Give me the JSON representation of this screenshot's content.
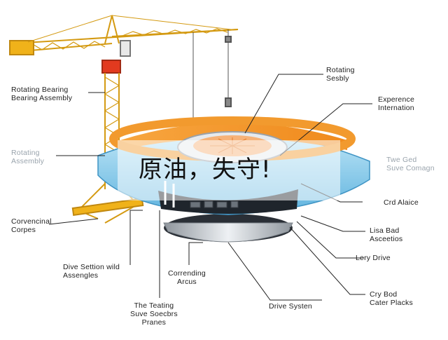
{
  "banner": {
    "text": "原油，失守!"
  },
  "labels": {
    "rotating_bearing": "Rotating Bearing\nBearing Assembly",
    "rotating_assembly": "Rotating\nAssembly",
    "conventional_copes": "Corvencinal\nCorpes",
    "drive_section": "Dive Settion wild\nAssengles",
    "teating_plates": "The Teating\nSuve Soecbrs\nPranes",
    "corrending_arcus": "Corrending\nArcus",
    "drive_system": "Drive Systen",
    "rotating_sealy": "Rotating\nSesbly",
    "experence_internation": "Experence\nInternation",
    "twe_ged": "Twe Ged\nSuve Comagn",
    "crd_alaice": "Crd Alaice",
    "lisa_bad": "Lisa Bad\nAsceetios",
    "lery_drive": "Lery Drive",
    "cry_bod": "Cry Bod\nCater Placks"
  },
  "colors": {
    "crane": "#f0b21a",
    "orange_ring": "#f08a1c",
    "blue_ring": "#7cc6ea",
    "dark_base": "#2a2f36",
    "silver": "#c9ced4"
  }
}
